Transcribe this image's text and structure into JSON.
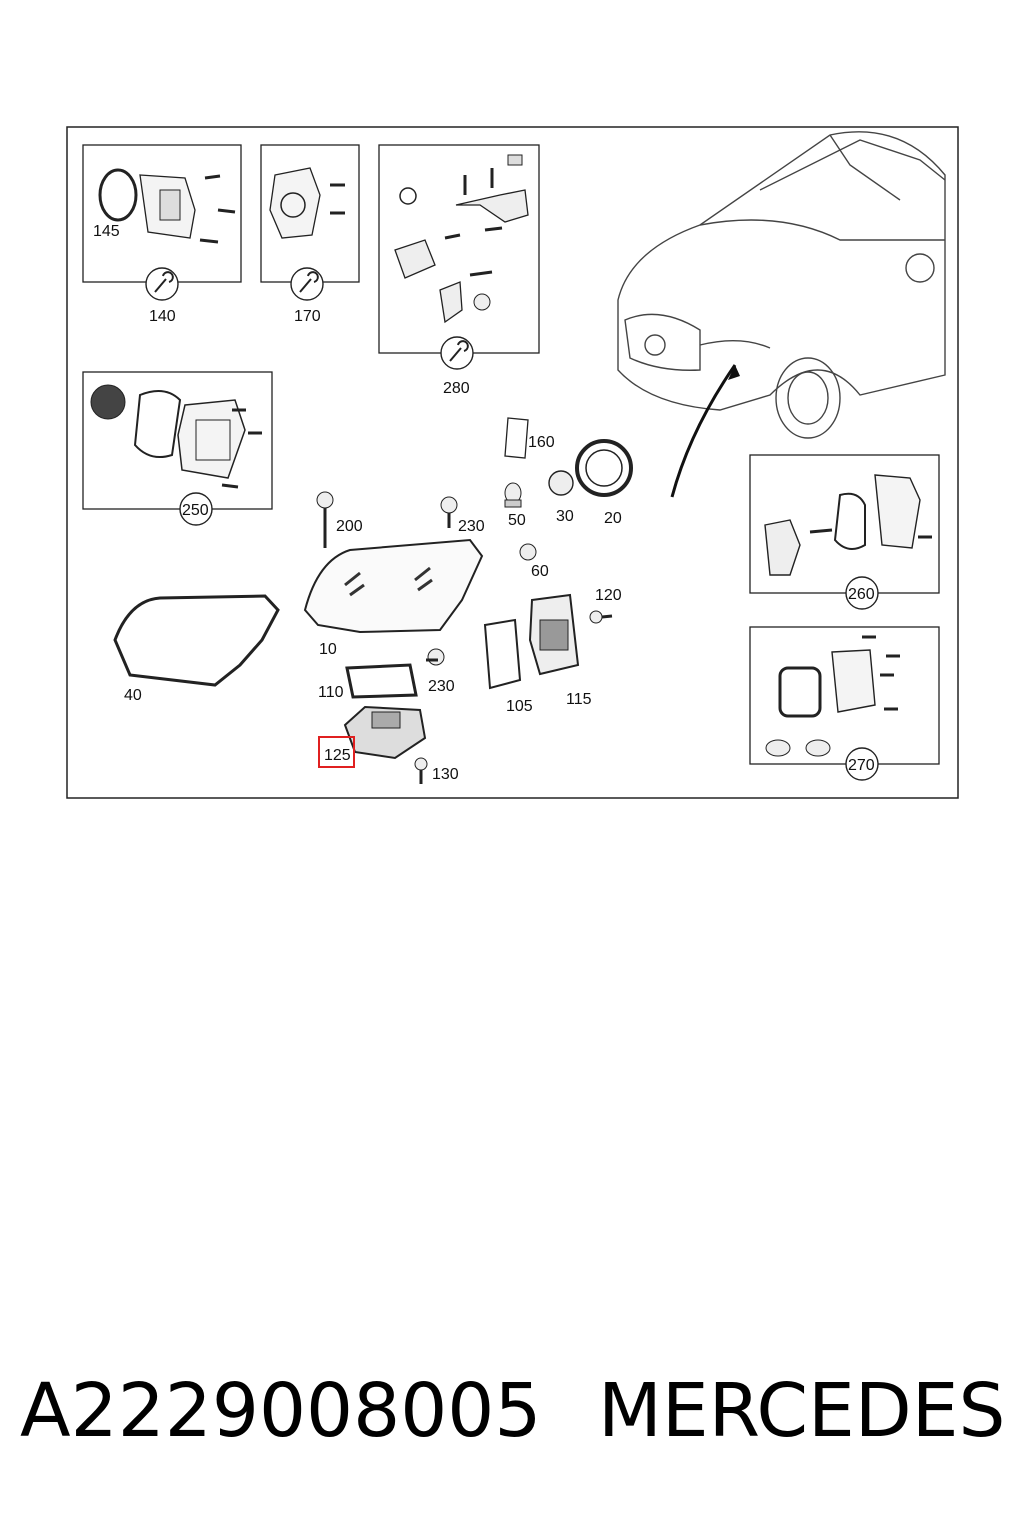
{
  "diagram": {
    "callouts": [
      "10",
      "20",
      "30",
      "40",
      "50",
      "60",
      "105",
      "110",
      "115",
      "120",
      "125",
      "130",
      "145",
      "160",
      "200",
      "230",
      "230"
    ],
    "kit_labels": [
      "140",
      "170",
      "280",
      "250",
      "260",
      "270"
    ],
    "highlighted_callout": "125",
    "highlight_color": "#e02020"
  },
  "caption": {
    "part_number": "A2229008005",
    "brand": "MERCEDES"
  }
}
